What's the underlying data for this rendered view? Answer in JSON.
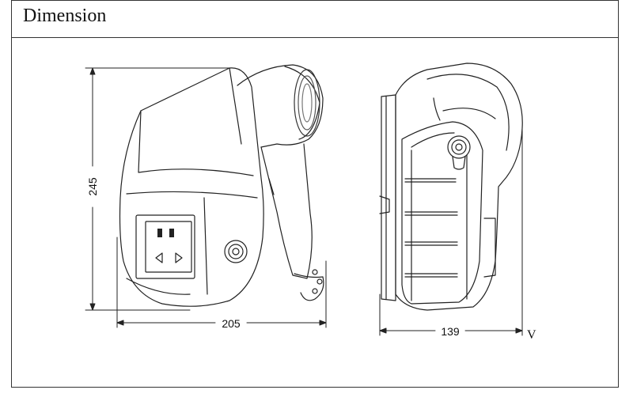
{
  "header": {
    "title": "Dimension"
  },
  "dimensions": {
    "height": "245",
    "width_front": "205",
    "width_side": "139"
  },
  "marker": "V"
}
